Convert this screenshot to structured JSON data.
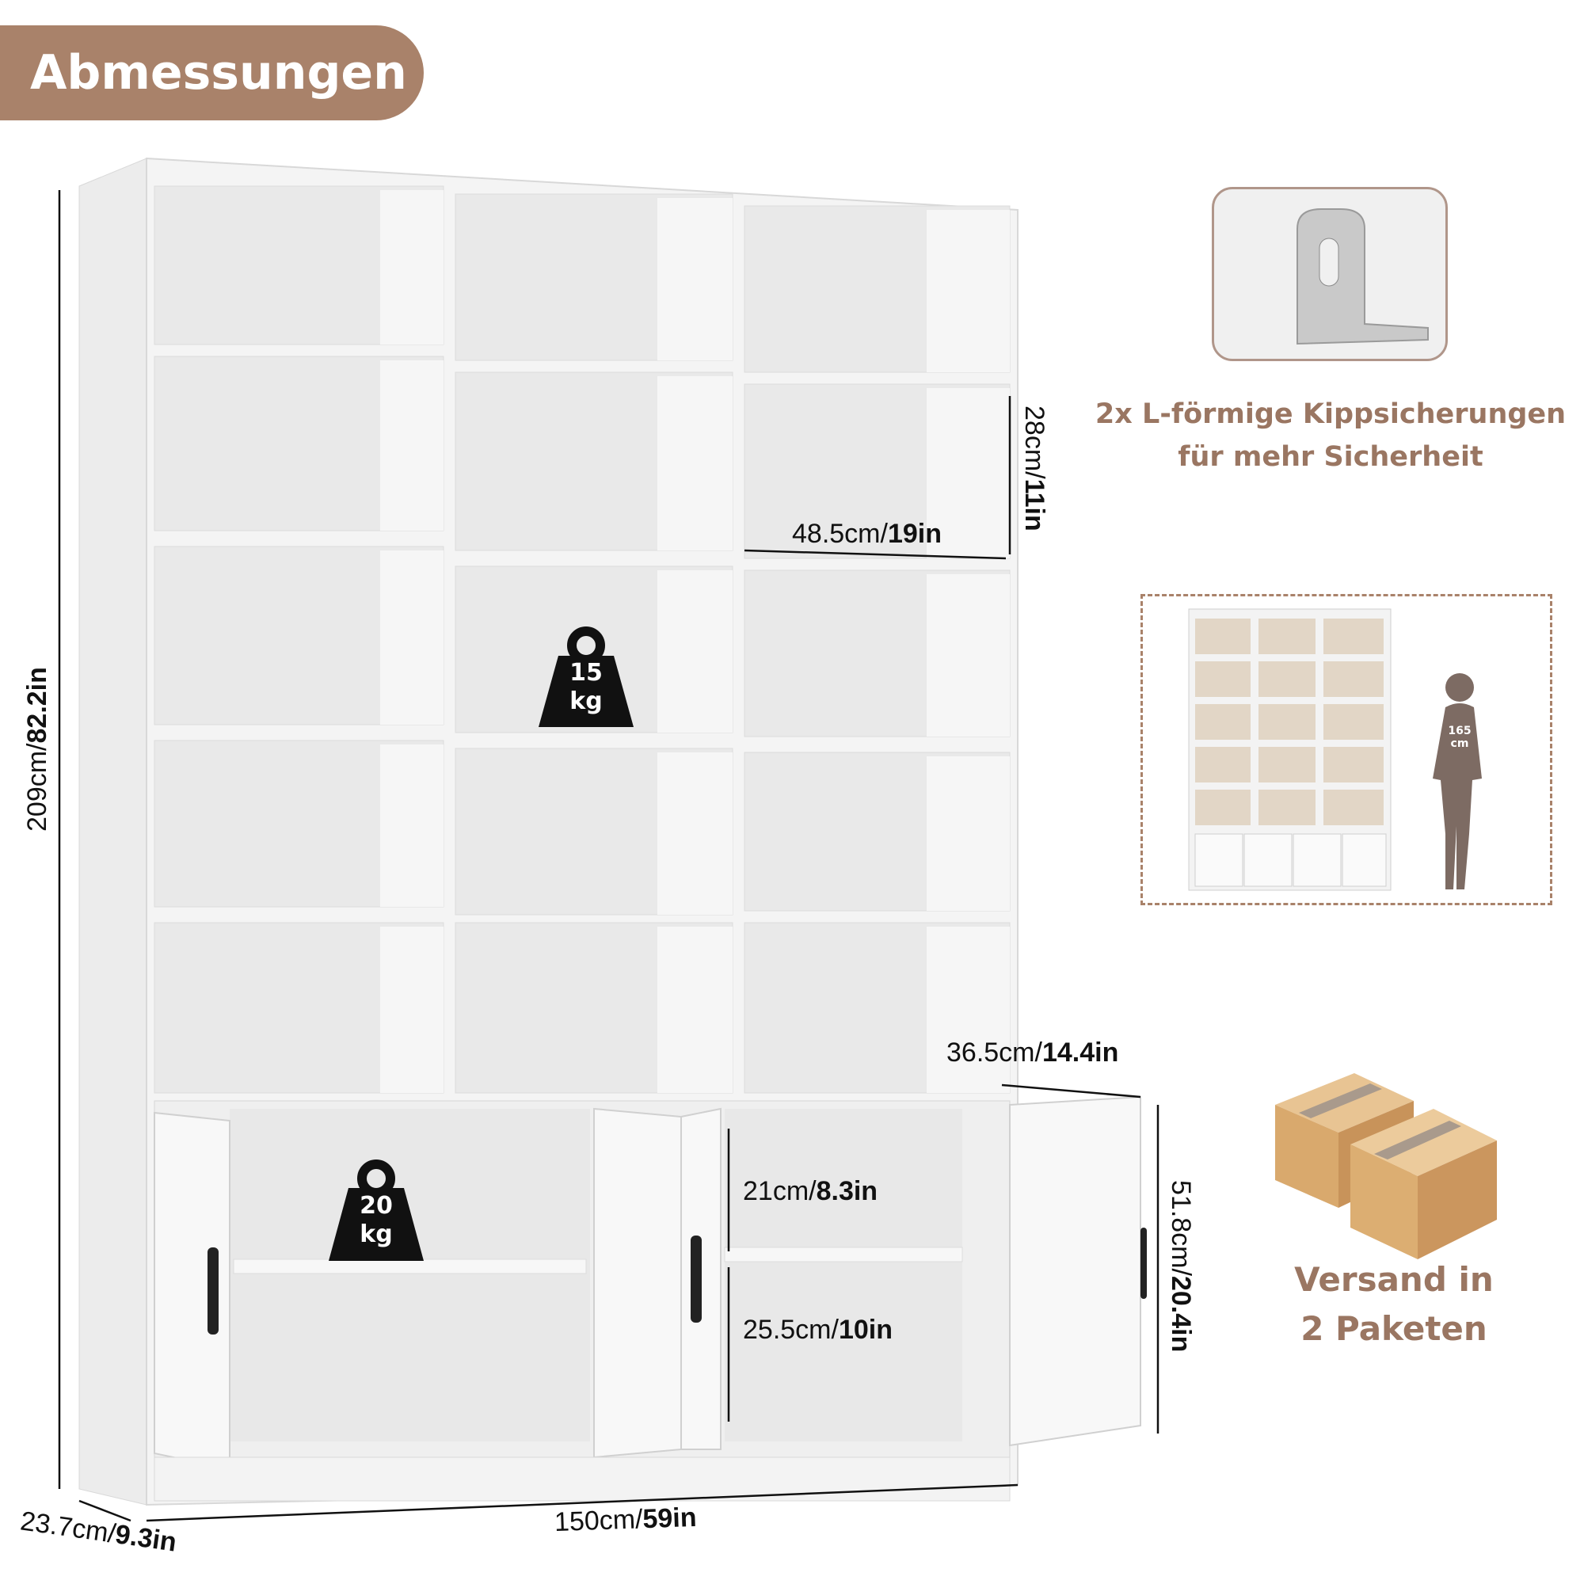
{
  "header": {
    "title": "Abmessungen"
  },
  "dimensions": {
    "height": {
      "metric": "209cm/",
      "imperial": "82.2in"
    },
    "width": {
      "metric": "150cm/",
      "imperial": "59in"
    },
    "depth": {
      "metric": "23.7cm/",
      "imperial": "9.3in"
    },
    "shelf_height": {
      "metric": "28cm/",
      "imperial": "11in"
    },
    "shelf_width": {
      "metric": "48.5cm/",
      "imperial": "19in"
    },
    "door_width": {
      "metric": "36.5cm/",
      "imperial": "14.4in"
    },
    "cabinet_height": {
      "metric": "51.8cm/",
      "imperial": "20.4in"
    },
    "cabinet_upper": {
      "metric": "21cm/",
      "imperial": "8.3in"
    },
    "cabinet_lower": {
      "metric": "25.5cm/",
      "imperial": "10in"
    }
  },
  "weights": {
    "shelf": {
      "value": "15",
      "unit": "kg"
    },
    "cabinet": {
      "value": "20",
      "unit": "kg"
    }
  },
  "features": {
    "anti_tip": {
      "line1": "2x L-förmige Kippsicherungen",
      "line2": "für mehr Sicherheit"
    },
    "person_height": {
      "value": "165",
      "unit": "cm"
    },
    "shipping": {
      "line1": "Versand in",
      "line2": "2 Paketen"
    }
  },
  "colors": {
    "accent": "#a9826a",
    "text_accent": "#9a7662",
    "weight_badge": "#111111"
  }
}
